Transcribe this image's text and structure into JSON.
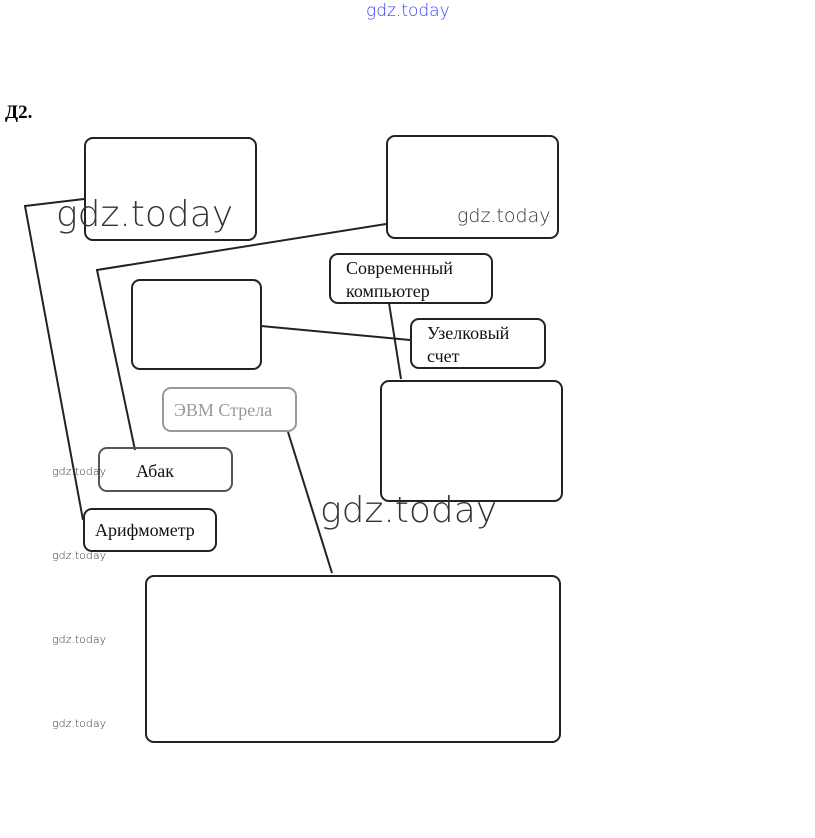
{
  "header": {
    "watermark_top": "gdz.today",
    "task_label": "Д2."
  },
  "nodes": [
    {
      "id": "top-left",
      "label": ""
    },
    {
      "id": "top-right",
      "label": ""
    },
    {
      "id": "modern-computer",
      "label_line1": "Современный",
      "label_line2": "компьютер"
    },
    {
      "id": "middle-left",
      "label": ""
    },
    {
      "id": "knot-counting",
      "label_line1": "Узелковый",
      "label_line2": "счет"
    },
    {
      "id": "evm-strela",
      "label": "ЭВМ Стрела"
    },
    {
      "id": "right-middle",
      "label": ""
    },
    {
      "id": "abacus",
      "label": "Абак"
    },
    {
      "id": "arithmometer",
      "label": "Арифмометр"
    },
    {
      "id": "bottom",
      "label": ""
    }
  ],
  "watermarks": [
    "gdz.today",
    "gdz.today",
    "gdz.today",
    "gdz.today",
    "gdz.today",
    "gdz.today",
    "gdz.today"
  ],
  "colors": {
    "watermark_top": "#3a3aff",
    "line": "#222222"
  }
}
